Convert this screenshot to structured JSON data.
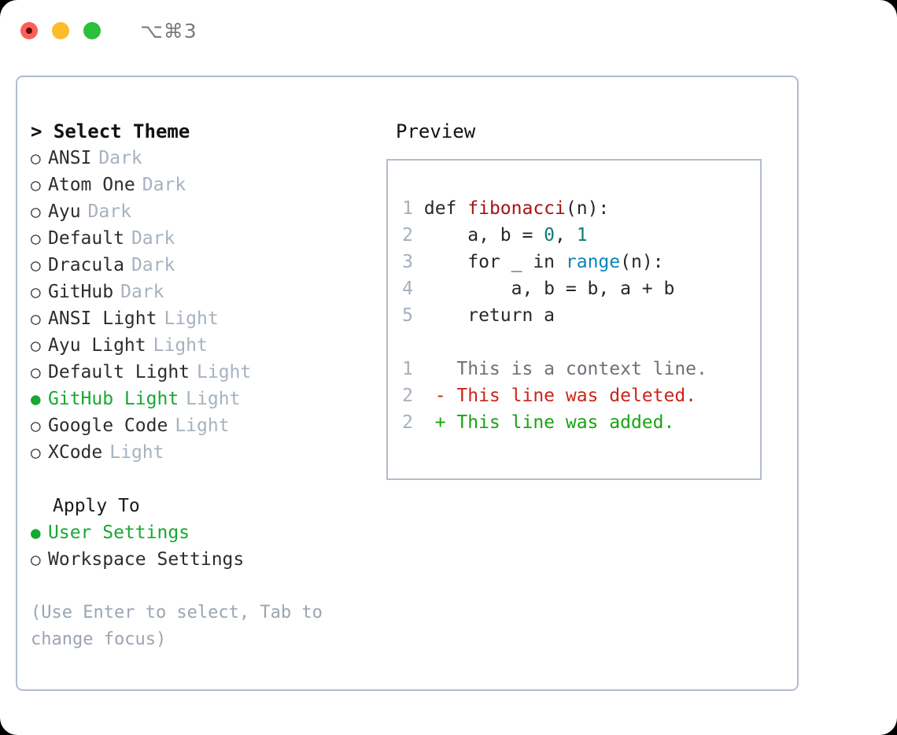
{
  "titlebar": {
    "lights": [
      {
        "name": "close",
        "color": "#fc6058"
      },
      {
        "name": "minimize",
        "color": "#fdbc2c"
      },
      {
        "name": "zoom",
        "color": "#2ac03a"
      }
    ],
    "shortcut": "⌥⌘3"
  },
  "colors": {
    "accent_green": "#17a834",
    "muted": "#a7b2c0",
    "hint": "#9ba5b2",
    "border": "#b3bdc9",
    "text": "#2d2d2d"
  },
  "left": {
    "header": "> Select Theme",
    "themes": [
      {
        "bullet": "○",
        "label": "ANSI",
        "variant": "Dark",
        "selected": false
      },
      {
        "bullet": "○",
        "label": "Atom One",
        "variant": "Dark",
        "selected": false
      },
      {
        "bullet": "○",
        "label": "Ayu",
        "variant": "Dark",
        "selected": false
      },
      {
        "bullet": "○",
        "label": "Default",
        "variant": "Dark",
        "selected": false
      },
      {
        "bullet": "○",
        "label": "Dracula",
        "variant": "Dark",
        "selected": false
      },
      {
        "bullet": "○",
        "label": "GitHub",
        "variant": "Dark",
        "selected": false
      },
      {
        "bullet": "○",
        "label": "ANSI Light",
        "variant": "Light",
        "selected": false
      },
      {
        "bullet": "○",
        "label": "Ayu Light",
        "variant": "Light",
        "selected": false
      },
      {
        "bullet": "○",
        "label": "Default Light",
        "variant": "Light",
        "selected": false
      },
      {
        "bullet": "●",
        "label": "GitHub Light",
        "variant": "Light",
        "selected": true
      },
      {
        "bullet": "○",
        "label": "Google Code",
        "variant": "Light",
        "selected": false
      },
      {
        "bullet": "○",
        "label": "XCode",
        "variant": "Light",
        "selected": false
      }
    ],
    "apply_to_header": "Apply To",
    "apply_to": [
      {
        "bullet": "●",
        "label": "User Settings",
        "variant": "",
        "selected": true
      },
      {
        "bullet": "○",
        "label": "Workspace Settings",
        "variant": "",
        "selected": false
      }
    ],
    "hint": "(Use Enter to select, Tab to change focus)"
  },
  "right": {
    "preview_title": "Preview",
    "code_lines": [
      {
        "num": "1",
        "tokens": [
          {
            "t": " def ",
            "c": "plain"
          },
          {
            "t": "fibonacci",
            "c": "fn"
          },
          {
            "t": "(n):",
            "c": "plain"
          }
        ]
      },
      {
        "num": "2",
        "tokens": [
          {
            "t": "     a, b = ",
            "c": "plain"
          },
          {
            "t": "0",
            "c": "num"
          },
          {
            "t": ", ",
            "c": "plain"
          },
          {
            "t": "1",
            "c": "num"
          }
        ]
      },
      {
        "num": "3",
        "tokens": [
          {
            "t": "     for _ in ",
            "c": "plain"
          },
          {
            "t": "range",
            "c": "call"
          },
          {
            "t": "(n):",
            "c": "plain"
          }
        ]
      },
      {
        "num": "4",
        "tokens": [
          {
            "t": "         a, b = b, a + b",
            "c": "plain"
          }
        ]
      },
      {
        "num": "5",
        "tokens": [
          {
            "t": "     return a",
            "c": "plain"
          }
        ]
      }
    ],
    "diff_lines": [
      {
        "num": "1",
        "marker": "  ",
        "text": "This is a context line.",
        "kind": "ctx"
      },
      {
        "num": "2",
        "marker": "- ",
        "text": "This line was deleted.",
        "kind": "del"
      },
      {
        "num": "2",
        "marker": "+ ",
        "text": "This line was added.",
        "kind": "add"
      }
    ]
  }
}
